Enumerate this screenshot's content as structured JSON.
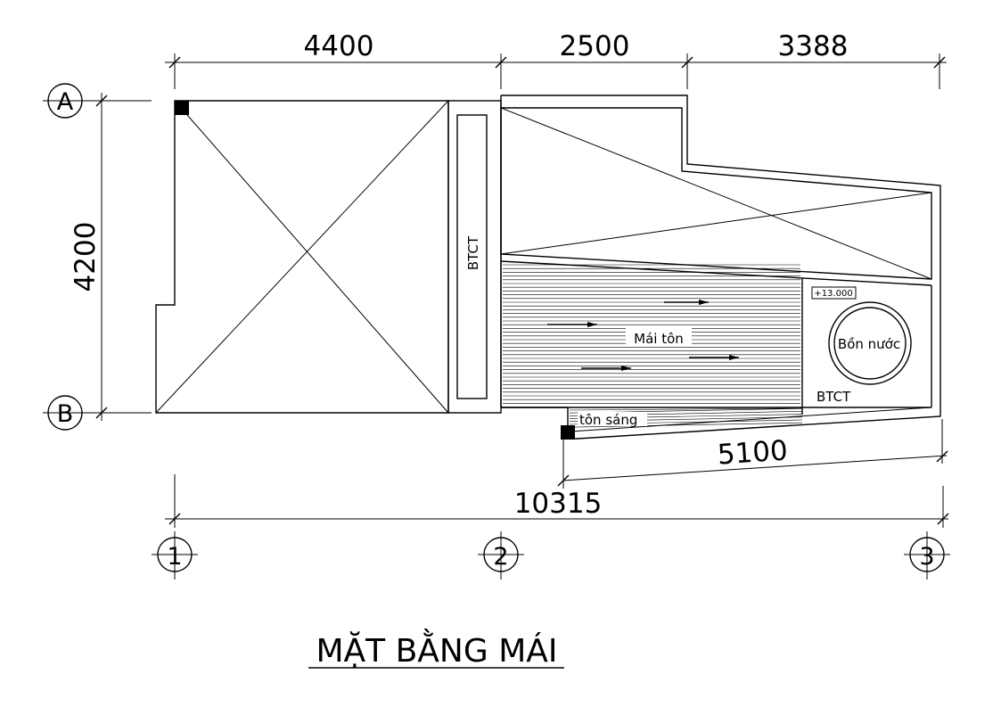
{
  "dimensions": {
    "top": [
      "4400",
      "2500",
      "3388"
    ],
    "left": "4200",
    "slanted": "5100",
    "overall": "10315"
  },
  "axes": {
    "rows": [
      "A",
      "B"
    ],
    "columns": [
      "1",
      "2",
      "3"
    ]
  },
  "labels": {
    "btct_vertical": "BTCT",
    "roof_metal": "Mái tôn",
    "skylight": "tôn sáng",
    "elevation": "+13.000",
    "water_tank": "Bồn nước",
    "btct_slab": "BTCT"
  },
  "title": "MẶT BẰNG MÁI"
}
